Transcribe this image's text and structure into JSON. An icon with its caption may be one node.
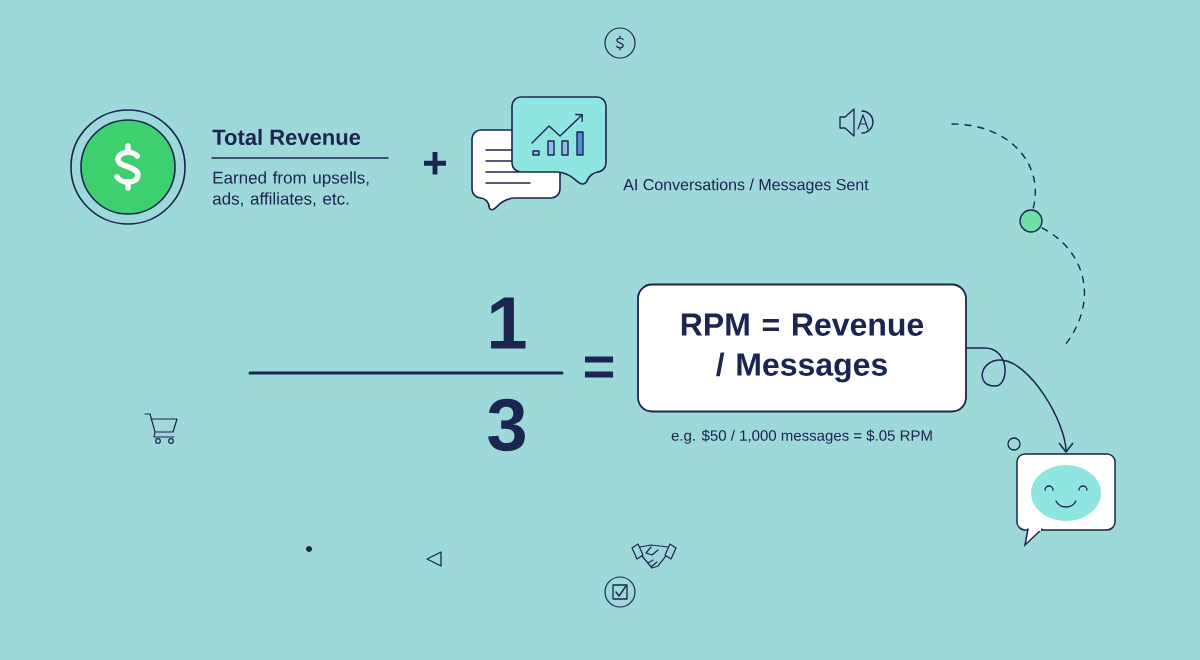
{
  "diagram": {
    "nodes": [
      {
        "text": [
          "RPM = Revenue / Messages"
        ],
        "beside": [
          "e.g. $50 / 1,000 messages = $.05 RPM"
        ]
      },
      {
        "text": [],
        "shape": "picture"
      }
    ],
    "edges": [
      {
        "from": 0,
        "to": 1,
        "arrow": "to"
      }
    ],
    "labels": [
      "Total Revenue",
      "Earned from upsells, ads, affiliates, etc.",
      "+",
      "AI Conversations / Messages Sent",
      "1",
      "=",
      "3"
    ]
  }
}
